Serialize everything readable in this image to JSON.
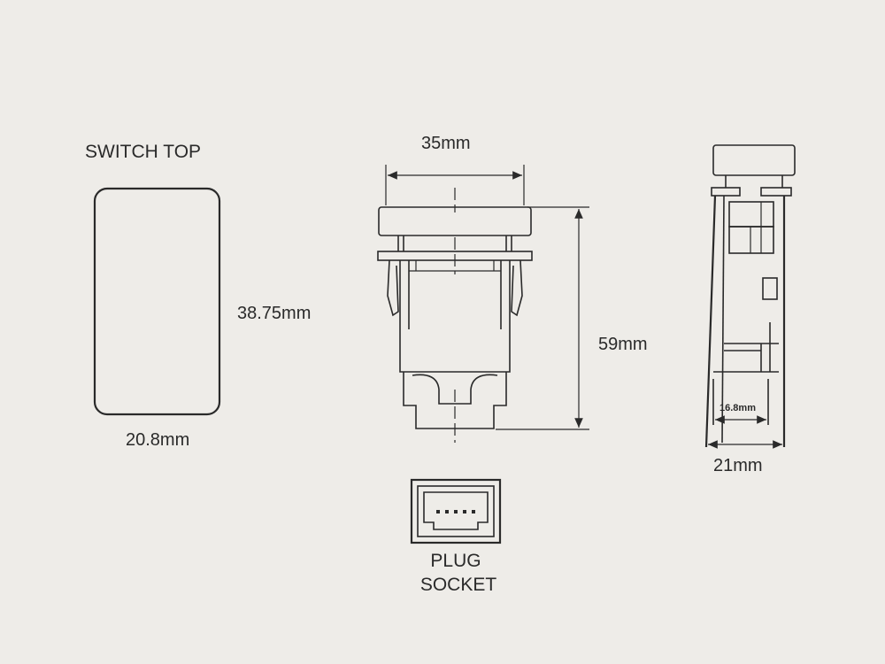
{
  "labels": {
    "switch_top": "SWITCH TOP",
    "switch_top_height": "38.75mm",
    "switch_top_width": "20.8mm",
    "front_width": "35mm",
    "front_height": "59mm",
    "side_inner_width": "16.8mm",
    "side_outer_width": "21mm",
    "plug_line1": "PLUG",
    "plug_line2": "SOCKET"
  },
  "colors": {
    "background": "#eeece8",
    "ink": "#2a2a2a"
  }
}
